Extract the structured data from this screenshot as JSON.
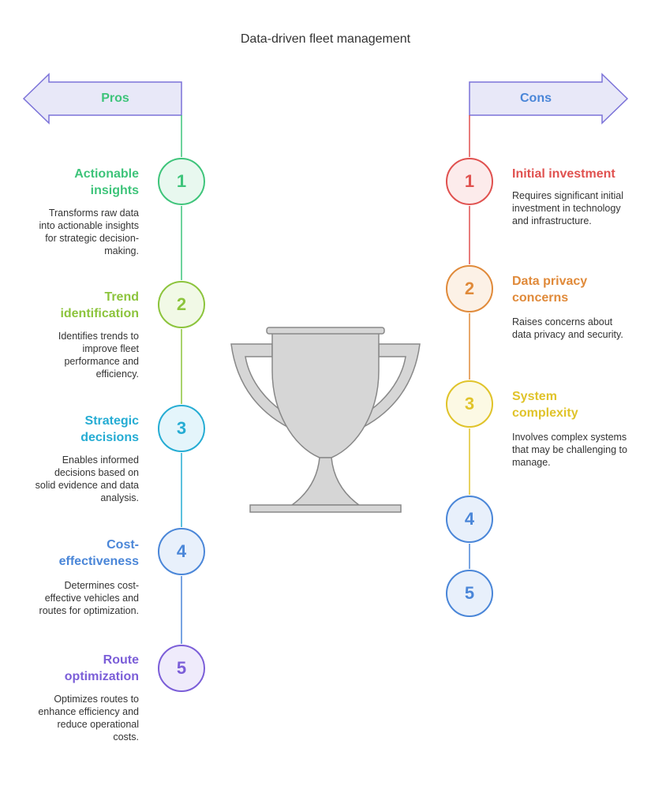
{
  "title": "Data-driven fleet management",
  "pros": {
    "label": "Pros",
    "items": [
      {
        "number": "1",
        "heading": "Actionable insights",
        "desc": "Transforms raw data into actionable insights for strategic decision-making.",
        "color": "#3ec47a",
        "fill": "#e8f8ef"
      },
      {
        "number": "2",
        "heading": "Trend identification",
        "desc": "Identifies trends to improve fleet performance and efficiency.",
        "color": "#8cc43c",
        "fill": "#f1f9e6"
      },
      {
        "number": "3",
        "heading": "Strategic decisions",
        "desc": "Enables informed decisions based on solid evidence and data analysis.",
        "color": "#25acd3",
        "fill": "#e4f5fb"
      },
      {
        "number": "4",
        "heading": "Cost-effectiveness",
        "desc": "Determines cost-effective vehicles and routes for optimization.",
        "color": "#4a86d8",
        "fill": "#e8f0fb"
      },
      {
        "number": "5",
        "heading": "Route optimization",
        "desc": "Optimizes routes to enhance efficiency and reduce operational costs.",
        "color": "#7b5ed8",
        "fill": "#efebfb"
      }
    ]
  },
  "cons": {
    "label": "Cons",
    "items": [
      {
        "number": "1",
        "heading": "Initial investment",
        "desc": "Requires significant initial investment in technology and infrastructure.",
        "color": "#e0514f",
        "fill": "#fcebeb"
      },
      {
        "number": "2",
        "heading": "Data privacy concerns",
        "desc": "Raises concerns about data privacy and security.",
        "color": "#e08a3a",
        "fill": "#fcf1e6"
      },
      {
        "number": "3",
        "heading": "System complexity",
        "desc": "Involves complex systems that may be challenging to manage.",
        "color": "#e0c32a",
        "fill": "#fcf9e4"
      },
      {
        "number": "4",
        "heading": "",
        "desc": "",
        "color": "#4a86d8",
        "fill": "#e8f0fb"
      },
      {
        "number": "5",
        "heading": "",
        "desc": "",
        "color": "#4a86d8",
        "fill": "#e8f0fb"
      }
    ]
  },
  "colors": {
    "arrow_fill": "#e8e8f8",
    "arrow_stroke": "#7b72d8",
    "pros_label": "#3ec47a",
    "cons_label": "#4a86d8",
    "trophy_fill": "#d6d6d6",
    "trophy_stroke": "#888888"
  },
  "trophy_icon": "trophy-icon"
}
